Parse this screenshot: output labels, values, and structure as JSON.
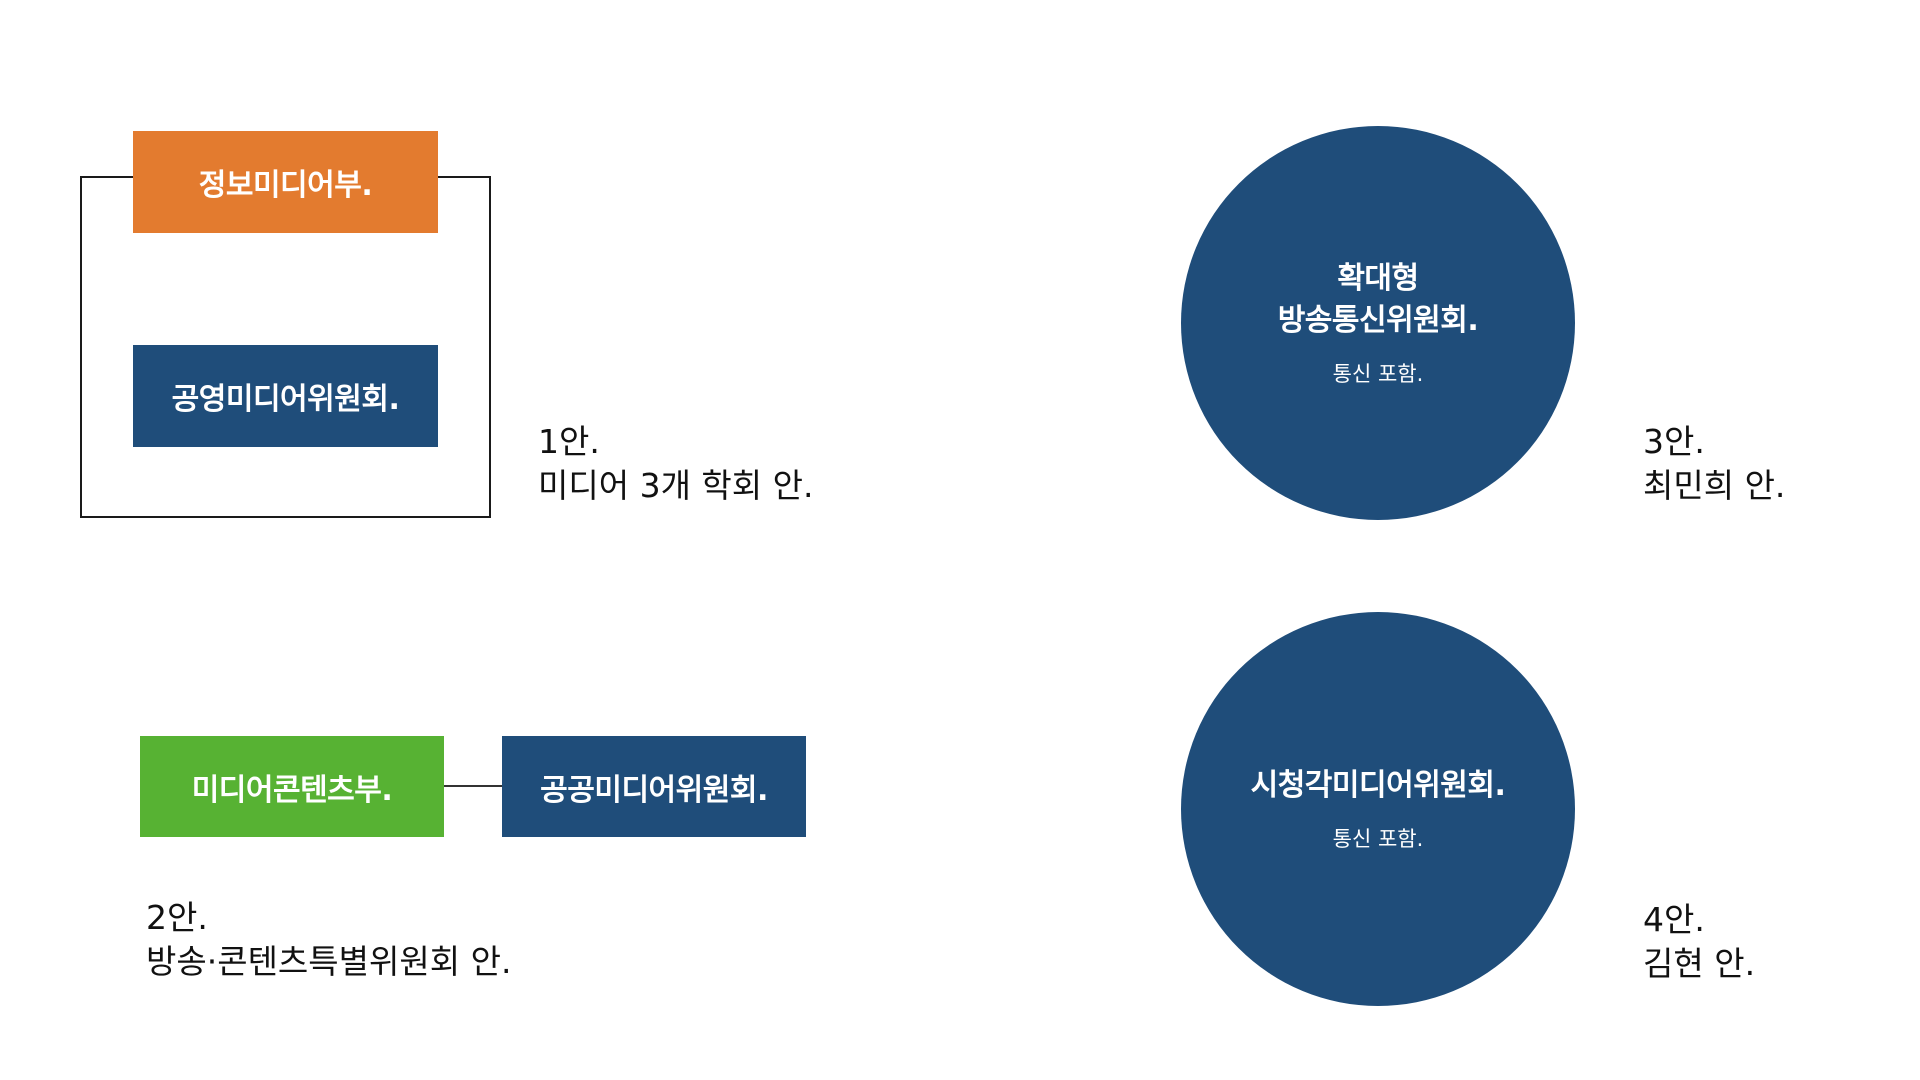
{
  "colors": {
    "orange": "#E37B2F",
    "navy": "#1F4D7A",
    "green": "#57B233",
    "text": "#111111",
    "line": "#1A1A1A"
  },
  "plan1": {
    "box_top": "정보미디어부.",
    "box_bottom": "공영미디어위원회.",
    "caption_line1": "1안.",
    "caption_line2": "미디어 3개 학회 안."
  },
  "plan2": {
    "box_left": "미디어콘텐츠부.",
    "box_right": "공공미디어위원회.",
    "caption_line1": "2안.",
    "caption_line2": "방송·콘텐츠특별위원회 안."
  },
  "plan3": {
    "circle_line1": "확대형",
    "circle_line2": "방송통신위원회.",
    "circle_sub": "통신 포함.",
    "caption_line1": "3안.",
    "caption_line2": "최민희 안."
  },
  "plan4": {
    "circle_main": "시청각미디어위원회.",
    "circle_sub": "통신 포함.",
    "caption_line1": "4안.",
    "caption_line2": "김현 안."
  }
}
